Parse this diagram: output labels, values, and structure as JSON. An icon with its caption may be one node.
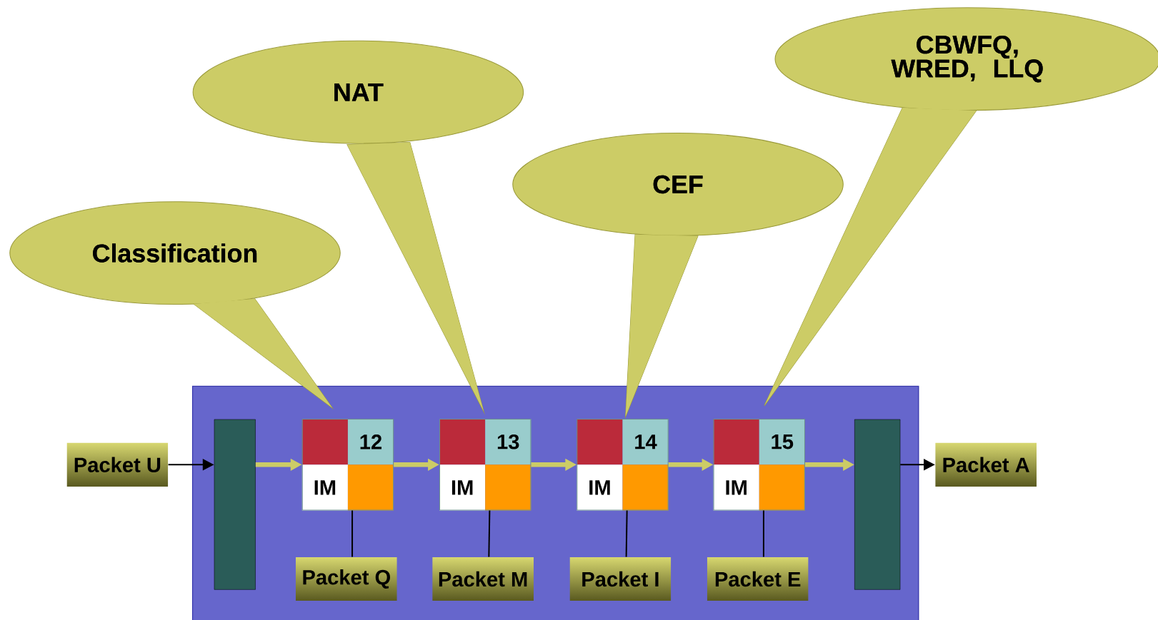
{
  "diagram": {
    "nodes": [
      {
        "text": [],
        "shape": "box"
      },
      {
        "text": [
          "Classification"
        ]
      },
      {
        "text": [
          "NAT"
        ]
      },
      {
        "text": [
          "CEF"
        ]
      },
      {
        "text": [
          "CBWFQ, WRED, LLQ"
        ]
      },
      {
        "text": [
          "Packet U"
        ]
      },
      {
        "text": [],
        "shape": "bar",
        "in": 0
      },
      {
        "text": [
          "12",
          "IM"
        ],
        "in": 0
      },
      {
        "text": [
          "13",
          "IM"
        ],
        "in": 0
      },
      {
        "text": [
          "14",
          "IM"
        ],
        "in": 0
      },
      {
        "text": [
          "15",
          "IM"
        ],
        "in": 0
      },
      {
        "text": [],
        "shape": "bar",
        "in": 0
      },
      {
        "text": [
          "Packet A"
        ]
      },
      {
        "text": [
          "Packet Q"
        ],
        "in": 0
      },
      {
        "text": [
          "Packet M"
        ],
        "in": 0
      },
      {
        "text": [
          "Packet I"
        ],
        "in": 0
      },
      {
        "text": [
          "Packet E"
        ],
        "in": 0
      }
    ],
    "edges": [
      {
        "from": 5,
        "to": 6,
        "arrow": "to"
      },
      {
        "from": 6,
        "to": 7,
        "arrow": "to",
        "style": "thick",
        "color": "#cccc66"
      },
      {
        "from": 7,
        "to": 8,
        "arrow": "to",
        "style": "thick",
        "color": "#cccc66"
      },
      {
        "from": 8,
        "to": 9,
        "arrow": "to",
        "style": "thick",
        "color": "#cccc66"
      },
      {
        "from": 9,
        "to": 10,
        "arrow": "to",
        "style": "thick",
        "color": "#cccc66"
      },
      {
        "from": 10,
        "to": 11,
        "arrow": "to",
        "style": "thick",
        "color": "#cccc66"
      },
      {
        "from": 11,
        "to": 12,
        "arrow": "to"
      },
      {
        "from": 7,
        "to": 13,
        "arrow": "none"
      },
      {
        "from": 8,
        "to": 14,
        "arrow": "none"
      },
      {
        "from": 9,
        "to": 15,
        "arrow": "none"
      },
      {
        "from": 10,
        "to": 16,
        "arrow": "none"
      }
    ]
  }
}
